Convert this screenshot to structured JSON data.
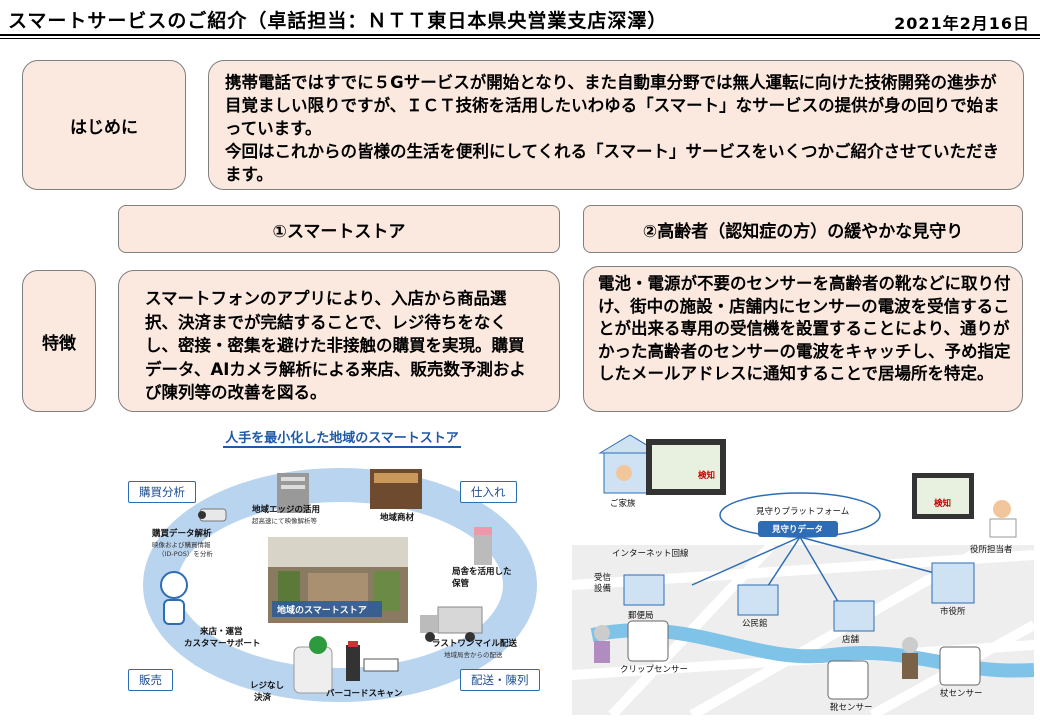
{
  "header": {
    "title": "スマートサービスのご紹介（卓話担当：ＮＴＴ東日本県央営業支店深澤）",
    "date": "2021年2月16日"
  },
  "intro": {
    "label": "はじめに",
    "paragraph1": "携帯電話ではすでに５Gサービスが開始となり、また自動車分野では無人運転に向けた技術開発の進歩が目覚ましい限りですが、ＩＣＴ技術を活用したいわゆる「スマート」なサービスの提供が身の回りで始まっています。",
    "paragraph2": "今回はこれからの皆様の生活を便利にしてくれる「スマート」サービスをいくつかご紹介させていただきます。"
  },
  "services": {
    "store_title": "①スマートストア",
    "elderly_title": "②高齢者（認知症の方）の緩やかな見守り"
  },
  "features": {
    "label": "特徴",
    "store_text": "スマートフォンのアプリにより、入店から商品選択、決済までが完結することで、レジ待ちをなくし、密接・密集を避けた非接触の購買を実現。購買データ、AIカメラ解析による来店、販売数予測および陳列等の改善を図る。",
    "elderly_text": "電池・電源が不要のセンサーを高齢者の靴などに取り付け、街中の施設・店舗内にセンサーの電波を受信することが出来る専用の受信機を設置することにより、通りがかった高齢者のセンサーの電波をキャッチし、予め指定したメールアドレスに通知することで居場所を特定。"
  },
  "store_figure": {
    "title": "人手を最小化した地域のスマートストア",
    "tags": [
      "購買分析",
      "仕入れ",
      "販売",
      "配送・陳列"
    ],
    "center_label": "地域のスマートストア",
    "labels": {
      "edge": "地域エッジの活用",
      "edge_sub": "超高速にて映像解析等",
      "goods": "地域商材",
      "purchase": "購買データ解析",
      "purchase_sub1": "映像および購買情報",
      "purchase_sub2": "（ID-POS）を分析",
      "storage": "局舎を活用した保管",
      "support1": "来店・運営",
      "support2": "カスタマーサポート",
      "lastmile": "ラストワンマイル配送",
      "lastmile_sub": "地域局舎からの配送",
      "pay1": "レジなし",
      "pay2": "決済",
      "barcode": "バーコードスキャン"
    }
  },
  "watch_figure": {
    "platform": "見守りプラットフォーム",
    "data": "見守りデータ",
    "detect": "検知",
    "labels": {
      "family": "ご家族",
      "staff": "役所担当者",
      "internet": "インターネット回線",
      "receiver1": "受信",
      "receiver2": "設備",
      "post": "郵便局",
      "hall": "公民館",
      "city": "市役所",
      "shop": "店舗",
      "clip": "クリップセンサー",
      "shoe": "靴センサー",
      "cane": "杖センサー"
    }
  },
  "colors": {
    "box_fill": "#fbe9df",
    "box_border": "#7f7f7f",
    "accent_blue": "#1f5aa6"
  }
}
